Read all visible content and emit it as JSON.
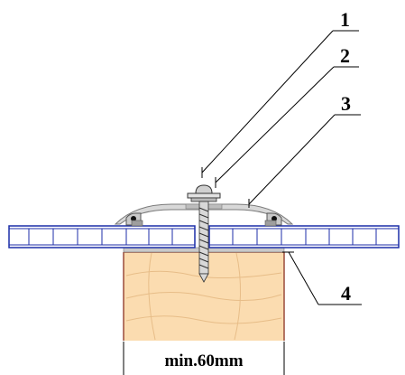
{
  "callouts": [
    {
      "number": "1",
      "target": "screw"
    },
    {
      "number": "2",
      "target": "washer"
    },
    {
      "number": "3",
      "target": "cap-profile"
    },
    {
      "number": "4",
      "target": "support-edge"
    }
  ],
  "dimension": {
    "label": "min.60mm"
  },
  "colors": {
    "panel_fill": "#ffffff",
    "panel_stroke": "#1c2ea8",
    "wood_fill": "#fbdcb0",
    "wood_grain": "#e7bd88",
    "wood_edge": "#9a4b3a",
    "metal": "#d8d8d8",
    "metal_dark": "#7a7a7a",
    "line": "#000000"
  }
}
